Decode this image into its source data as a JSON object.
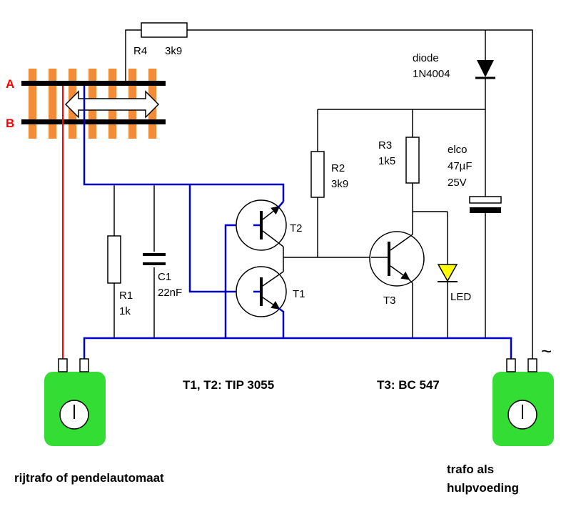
{
  "colors": {
    "background": "#ffffff",
    "wire_black": "#000000",
    "wire_blue": "#0000cc",
    "wire_red": "#ff0000",
    "track_sleeper": "#f28c38",
    "transformer": "#33dd33",
    "led": "#ffff00"
  },
  "labels": {
    "rail_a": "A",
    "rail_b": "B",
    "r4_name": "R4",
    "r4_value": "3k9",
    "diode_name": "diode",
    "diode_type": "1N4004",
    "r2_name": "R2",
    "r2_value": "3k9",
    "r3_name": "R3",
    "r3_value": "1k5",
    "elco_name": "elco",
    "elco_cap": "47µF",
    "elco_volt": "25V",
    "t2": "T2",
    "t1": "T1",
    "t3": "T3",
    "r1_name": "R1",
    "r1_value": "1k",
    "c1_name": "C1",
    "c1_value": "22nF",
    "led": "LED",
    "tip_note": "T1, T2: TIP 3055",
    "bc_note": "T3: BC 547",
    "ac_symbol": "~",
    "left_trafo": "rijtrafo of pendelautomaat",
    "right_trafo_line1": "trafo als",
    "right_trafo_line2": "hulpvoeding"
  },
  "icons": {
    "track": "track-icon",
    "direction_arrow": "double-arrow-icon",
    "left_transformer": "transformer-icon",
    "right_transformer": "transformer-icon"
  }
}
